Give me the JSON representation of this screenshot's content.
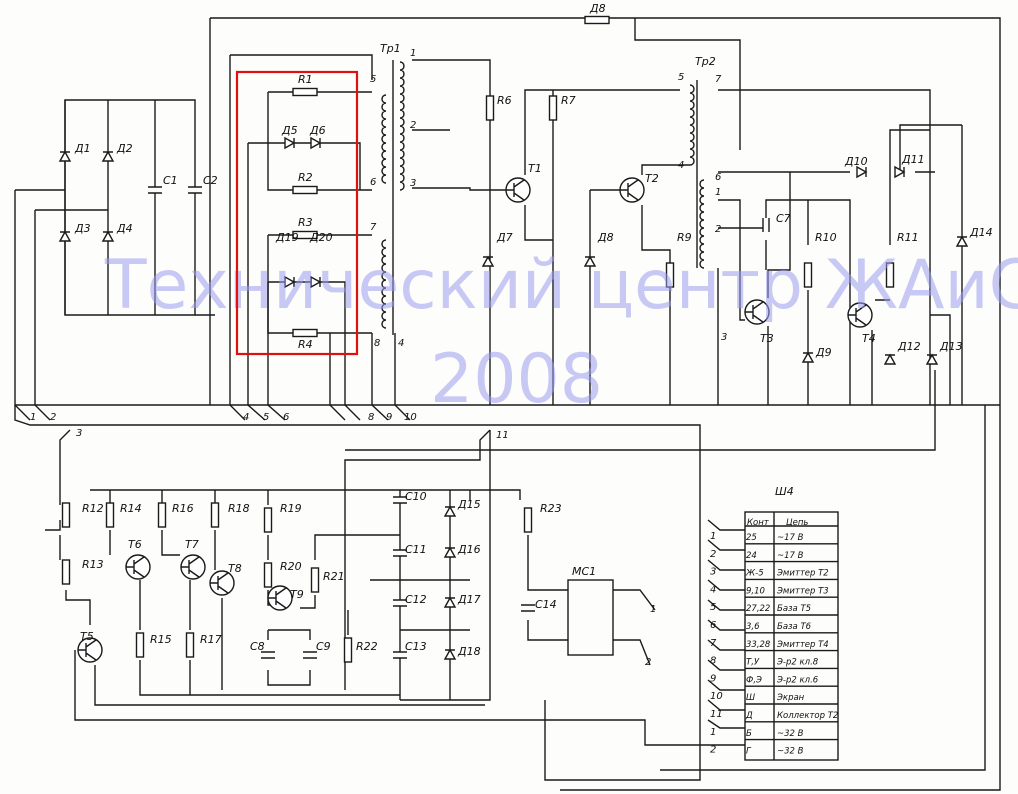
{
  "watermark": {
    "line1": "Технический центр ЖАиС",
    "line2": "2008"
  },
  "highlight_color": "#e01010",
  "transformers": {
    "tr1": "Тр1",
    "tr2": "Тр2"
  },
  "labels": {
    "R8top": "Д8",
    "R1": "R1",
    "R2": "R2",
    "R3": "R3",
    "R4": "R4",
    "D5": "Д5",
    "D6": "Д6",
    "D19": "Д19",
    "D20": "Д20",
    "D1": "Д1",
    "D2": "Д2",
    "D3": "Д3",
    "D4": "Д4",
    "C1": "C1",
    "C2": "C2",
    "R6": "R6",
    "R7": "R7",
    "T1": "T1",
    "T2": "T2",
    "D7": "Д7",
    "D8": "Д8",
    "R9": "R9",
    "C7": "C7",
    "R10": "R10",
    "T3": "T3",
    "D9": "Д9",
    "R11": "R11",
    "T4": "T4",
    "D10": "Д10",
    "D11": "Д11",
    "D12": "Д12",
    "D13": "Д13",
    "D14": "Д14",
    "R12": "R12",
    "R13": "R13",
    "R14": "R14",
    "R15": "R15",
    "R16": "R16",
    "R17": "R17",
    "R18": "R18",
    "R19": "R19",
    "R20": "R20",
    "R21": "R21",
    "R22": "R22",
    "R23": "R23",
    "T5": "T5",
    "T6": "T6",
    "T7": "T7",
    "T8": "T8",
    "T9": "T9",
    "C8": "C8",
    "C9": "C9",
    "C10": "C10",
    "C11": "C11",
    "C12": "C12",
    "C13": "C13",
    "C14": "C14",
    "D15": "Д15",
    "D16": "Д16",
    "D17": "Д17",
    "D18": "Д18",
    "MC1": "МС1",
    "MC1_out1": "1",
    "MC1_out2": "2"
  },
  "tr1_pins": {
    "p1": "1",
    "p2": "2",
    "p3": "3",
    "p4": "4",
    "p5": "5",
    "p6": "6",
    "p7": "7",
    "p8": "8"
  },
  "tr2_pins": {
    "p5": "5",
    "p7": "7",
    "p4": "4",
    "p6": "6",
    "p1": "1",
    "p2": "2",
    "p3": "3"
  },
  "wire_numbers": {
    "w1": "1",
    "w2": "2",
    "w3": "3",
    "w4": "4",
    "w5": "5",
    "w6": "6",
    "w8": "8",
    "w9": "9",
    "w10": "10",
    "w11": "11"
  },
  "connector": {
    "title": "Ш4",
    "headers": [
      "Конт",
      "Цепь"
    ],
    "rows": [
      {
        "num": "1",
        "contact": "25",
        "circuit": "~17 В"
      },
      {
        "num": "2",
        "contact": "24",
        "circuit": "~17 В"
      },
      {
        "num": "3",
        "contact": "Ж-5",
        "circuit": "Эмиттер Т2"
      },
      {
        "num": "4",
        "contact": "9,10",
        "circuit": "Эмиттер Т3"
      },
      {
        "num": "5",
        "contact": "27,22",
        "circuit": "База Т5"
      },
      {
        "num": "6",
        "contact": "3,6",
        "circuit": "База Т6"
      },
      {
        "num": "7",
        "contact": "33,28",
        "circuit": "Эмиттер Т4"
      },
      {
        "num": "8",
        "contact": "Т,У",
        "circuit": "Э-р2 кл.8"
      },
      {
        "num": "9",
        "contact": "Ф,Э",
        "circuit": "Э-р2 кл.6"
      },
      {
        "num": "10",
        "contact": "Ш",
        "circuit": "Экран"
      },
      {
        "num": "11",
        "contact": "Д",
        "circuit": "Коллектор Т2"
      },
      {
        "num": "1",
        "contact": "Б",
        "circuit": "~32 В"
      },
      {
        "num": "2",
        "contact": "Г",
        "circuit": "~32 В"
      }
    ]
  }
}
